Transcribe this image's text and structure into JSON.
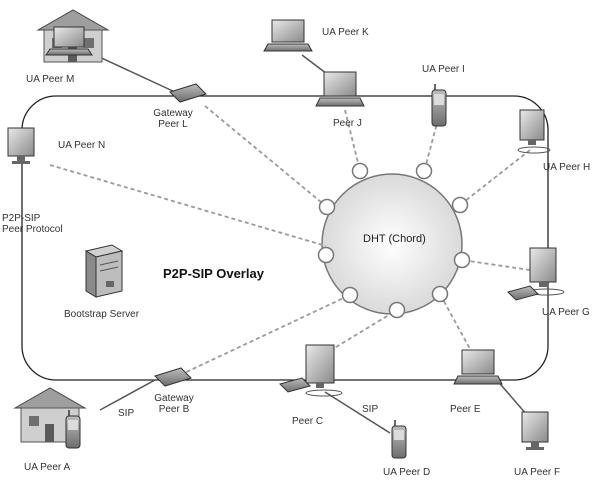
{
  "overlay_title": "P2P-SIP Overlay",
  "dht_label": "DHT (Chord)",
  "protocol_label_line1": "P2P-SIP",
  "protocol_label_line2": "Peer Protocol",
  "bootstrap_label": "Bootstrap Server",
  "nodes": {
    "ua_peer_m": "UA Peer M",
    "ua_peer_k": "UA Peer K",
    "ua_peer_i": "UA Peer I",
    "ua_peer_n": "UA Peer N",
    "ua_peer_h": "UA Peer H",
    "ua_peer_g": "UA Peer G",
    "ua_peer_a": "UA Peer A",
    "ua_peer_d": "UA Peer D",
    "ua_peer_f": "UA Peer F",
    "peer_j": "Peer J",
    "peer_c": "Peer C",
    "peer_e": "Peer E",
    "gateway_l_line1": "Gateway",
    "gateway_l_line2": "Peer L",
    "gateway_b_line1": "Gateway",
    "gateway_b_line2": "Peer B"
  },
  "sip_labels": [
    "SIP",
    "SIP"
  ],
  "colors": {
    "ring_fill": "#f0f0f0",
    "dashed_link": "#999999",
    "overlay_border": "#222222",
    "ring_node_fill": "#ffffff"
  }
}
